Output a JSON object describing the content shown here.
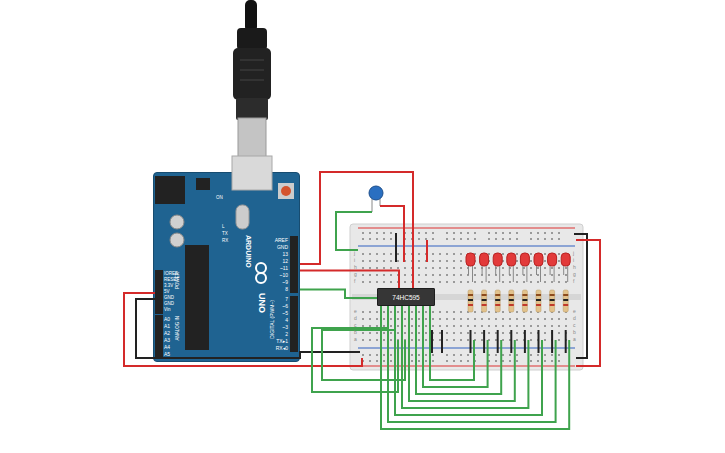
{
  "diagram": {
    "nodes": [
      {
        "text": [
          "ARDUINO",
          "UNO"
        ]
      },
      {
        "text": [
          "74HC595"
        ]
      }
    ],
    "edges": [
      {
        "from": 0,
        "to": 1,
        "arrow": "none"
      },
      {
        "from": 0,
        "to": 1,
        "arrow": "none"
      },
      {
        "from": 0,
        "to": 1,
        "arrow": "none"
      }
    ],
    "labels": [
      "AREF",
      "GND",
      "13",
      "12",
      "~11",
      "~10",
      "~9",
      "8",
      "7",
      "~6",
      "~5",
      "4",
      "~3",
      "2",
      "TX▸1",
      "RX◂0",
      "DIGITAL (PWM~)",
      "IOREF",
      "RESET",
      "3.3V",
      "5V",
      "GND",
      "GND",
      "Vin",
      "POWER",
      "A0",
      "A1",
      "A2",
      "A3",
      "A4",
      "A5",
      "ANALOG IN",
      "ON",
      "TX",
      "RX",
      "L",
      "j",
      "i",
      "h",
      "g",
      "f",
      "e",
      "d",
      "c",
      "b",
      "a",
      "j",
      "i",
      "h",
      "g",
      "f",
      "e",
      "d",
      "c",
      "b",
      "a"
    ]
  }
}
